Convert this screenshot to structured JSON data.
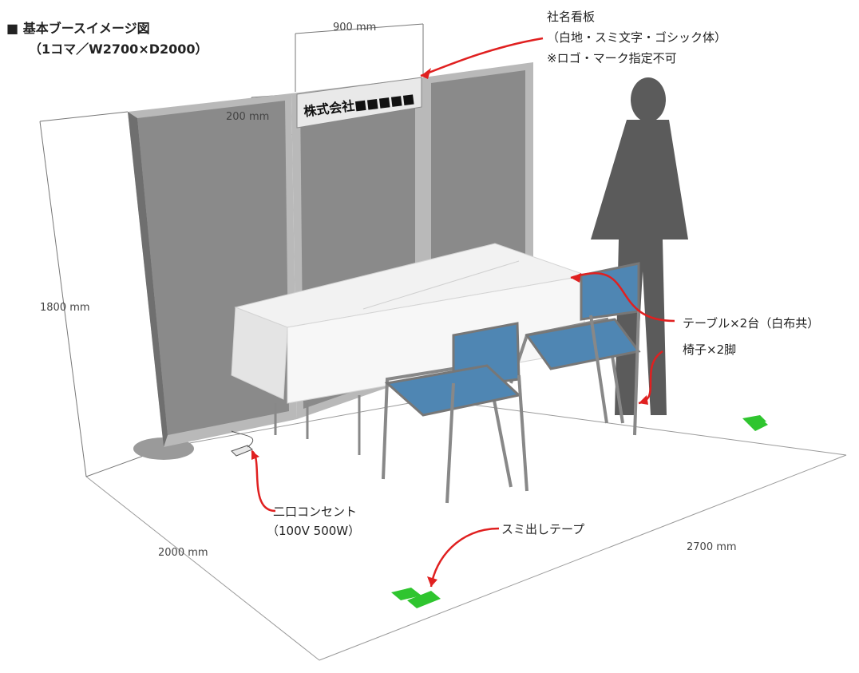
{
  "title": {
    "marker": "■",
    "line1": "基本ブースイメージ図",
    "line2": "（1コマ／W2700×D2000）"
  },
  "signboard": {
    "text": "株式会社■■■■■",
    "label_line1": "社名看板",
    "label_line2": "（白地・スミ文字・ゴシック体）",
    "label_line3": "※ロゴ・マーク指定不可"
  },
  "dimensions": {
    "sign_width": "900 mm",
    "sign_height": "200 mm",
    "panel_height": "1800 mm",
    "depth": "2000 mm",
    "width": "2700 mm"
  },
  "callouts": {
    "table": "テーブル×2台（白布共）",
    "chairs": "椅子×2脚",
    "outlet_line1": "二口コンセント",
    "outlet_line2": "（100V 500W）",
    "tape": "スミ出しテープ"
  },
  "colors": {
    "panel": "#8a8a8a",
    "frame": "#b9b9b9",
    "cloth": "#f2f2f2",
    "seat": "#4f86b3",
    "person": "#5b5b5b",
    "arrow": "#e02020",
    "tape": "#2fc52f",
    "line": "#9a9a9a"
  }
}
